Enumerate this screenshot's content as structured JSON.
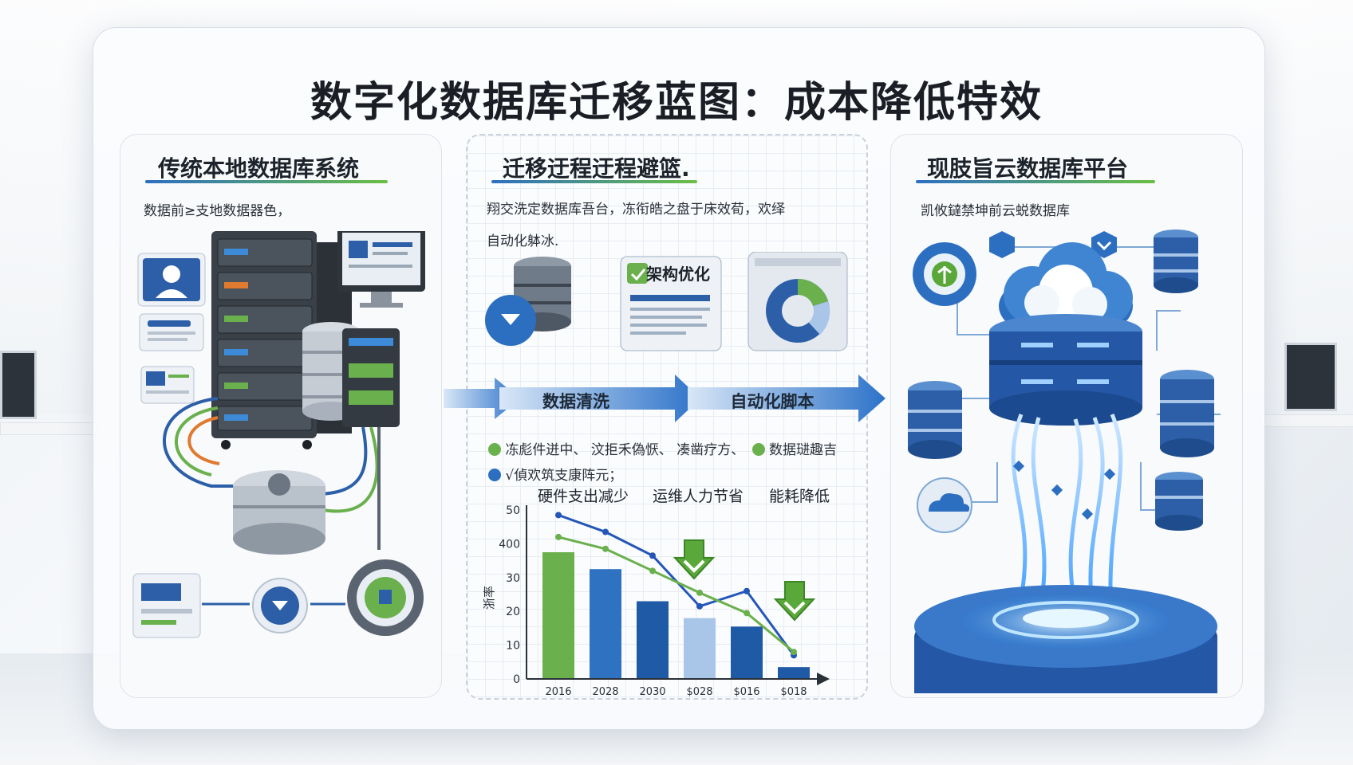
{
  "title": "数字化数据库迁移蓝图：成本降低特效",
  "left_panel": {
    "heading": "传统本地数据库系统",
    "description": "数据前≥支地数据器色，"
  },
  "middle_panel": {
    "heading": "迁移迂程迂程避篮.",
    "desc_line1": "翔交洗定数据库吾台，冻衔皓之盘于床效荀，欢绎",
    "desc_line2": "自动化躰冰.",
    "card_label": "架构优化",
    "arrow1": "数据清洗",
    "arrow2": "自动化脚本",
    "note_line1": "冻彪件迸中、 汶拒禾偽恹、 凑凿疗方、",
    "note_line1b": "数据琎趣吉",
    "note_line2": "√偵欢筑支康阵元；"
  },
  "right_panel": {
    "heading": "现肢旨云数据库平台",
    "description": "凯攸鐽禁坤前云蜕数据库"
  },
  "chart_data": {
    "type": "bar",
    "categories": [
      "2016",
      "2028",
      "2030",
      "$028",
      "$016",
      "$018"
    ],
    "series": [
      {
        "name": "硬件支出减少",
        "values": [
          37.5,
          32.5,
          23,
          18,
          15.5,
          3.5
        ]
      },
      {
        "name": "运维人力节省",
        "values": [
          48.5,
          43.5,
          36.5,
          21.5,
          26,
          7
        ]
      },
      {
        "name": "能耗降低",
        "values": [
          42,
          38.5,
          32,
          25.5,
          19.5,
          8
        ]
      }
    ],
    "bar_colors": [
      "#6ab04c",
      "#2f72c2",
      "#1f5aa6",
      "#a9c6e8",
      "#1f5aa6",
      "#1f5aa6"
    ],
    "line_colors": [
      "#2456b8",
      "#6ab04c"
    ],
    "ytick_labels": [
      "0",
      "10",
      "20",
      "30",
      "400",
      "50"
    ],
    "ylim": [
      0,
      50
    ],
    "ylabel": "浙率"
  }
}
